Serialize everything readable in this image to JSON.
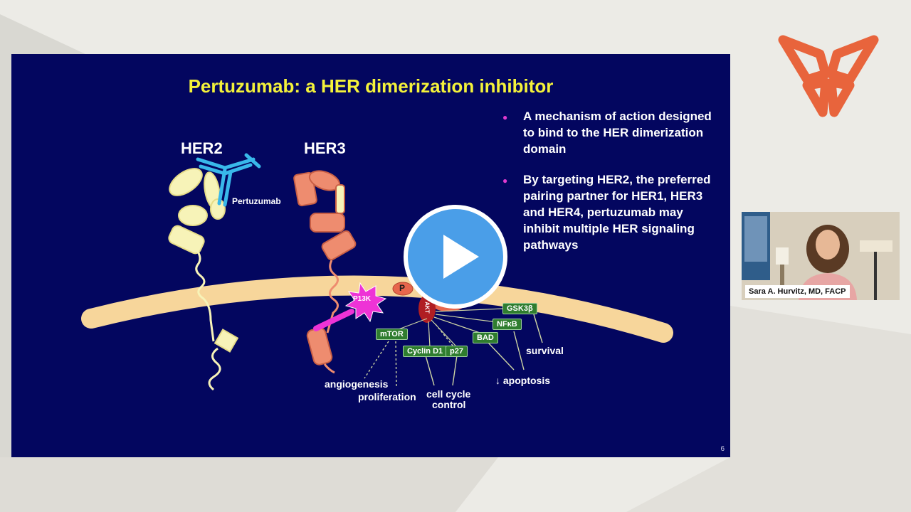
{
  "slide": {
    "title": "Pertuzumab: a HER dimerization inhibitor",
    "page_number": "6",
    "labels": {
      "her2": "HER2",
      "her3": "HER3",
      "pertuzumab": "Pertuzumab",
      "p": "P",
      "akt": "AKT",
      "pi3k": "P13K",
      "angiogenesis": "angiogenesis",
      "proliferation": "proliferation",
      "cell_cycle": "cell cycle",
      "control": "control",
      "apoptosis": "↓ apoptosis",
      "survival": "survival"
    },
    "boxes": {
      "mtor": "mTOR",
      "cyclin": "Cyclin D1",
      "p27": "p27",
      "bad": "BAD",
      "nfkb": "NFκB",
      "gsk": "GSK3β"
    },
    "bullets": [
      "A mechanism of action designed to bind to the HER dimerization domain",
      "By targeting HER2, the preferred pairing partner for HER1, HER3 and HER4, pertuzumab may inhibit multiple HER signaling pathways"
    ],
    "colors": {
      "background": "#03065f",
      "title": "#f4f23a",
      "bullet": "#e23bd0"
    }
  },
  "video": {
    "play_icon": "play-icon"
  },
  "webcam": {
    "name": "Sara A. Hurvitz, MD, FACP"
  },
  "logo": {
    "icon": "butterfly-logo-icon",
    "color": "#e8643c"
  }
}
